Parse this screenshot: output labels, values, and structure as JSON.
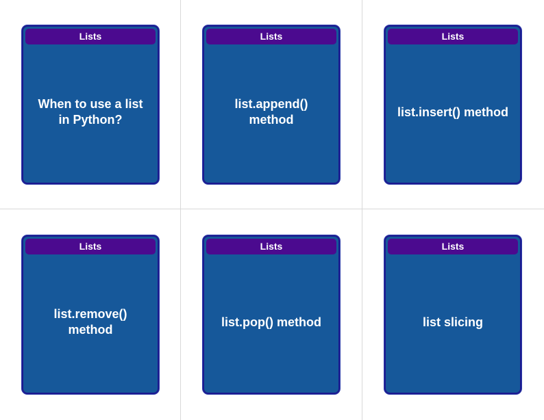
{
  "cards": [
    {
      "header": "Lists",
      "prompt": "When to use a list in Python?"
    },
    {
      "header": "Lists",
      "prompt": "list.append() method"
    },
    {
      "header": "Lists",
      "prompt": "list.insert() method"
    },
    {
      "header": "Lists",
      "prompt": "list.remove() method"
    },
    {
      "header": "Lists",
      "prompt": "list.pop() method"
    },
    {
      "header": "Lists",
      "prompt": "list slicing"
    }
  ]
}
